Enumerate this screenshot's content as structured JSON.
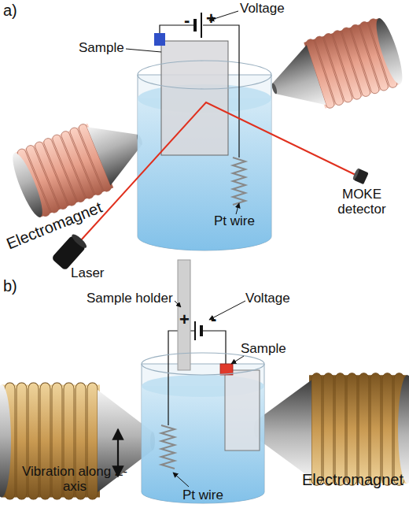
{
  "diagram": {
    "labels": [
      "a)",
      "Voltage",
      "-",
      "+",
      "Sample",
      "Electromagnet",
      "Laser",
      "Pt wire",
      "MOKE detector",
      "b)",
      "Sample holder",
      "Voltage",
      "+",
      "-",
      "Sample",
      "Vibration along Z-axis",
      "Electromagnet",
      "Pt wire"
    ]
  }
}
